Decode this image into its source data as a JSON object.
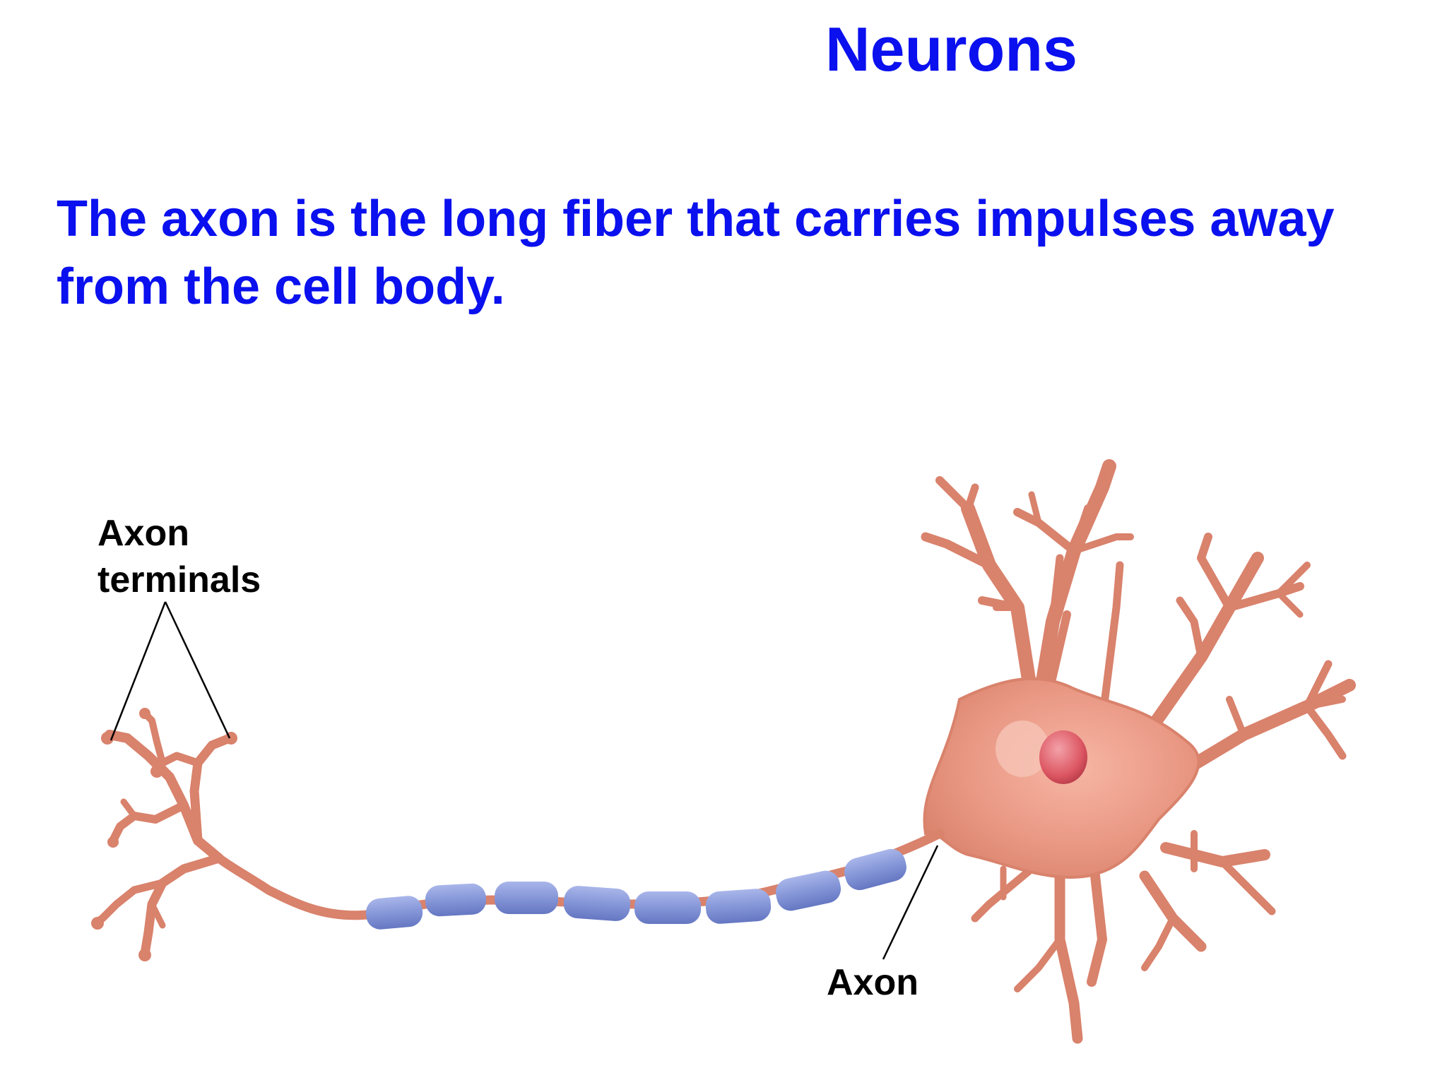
{
  "slide": {
    "title": "Neurons",
    "body": "The axon is the long fiber that carries impulses away from the cell body.",
    "colors": {
      "text_accent": "#0a10ee",
      "neuron": "#d9826c",
      "myelin": "#7d8fd4",
      "nucleus": "#d8505e"
    }
  },
  "diagram": {
    "labels": {
      "axon_terminals": "Axon terminals",
      "axon": "Axon"
    }
  }
}
